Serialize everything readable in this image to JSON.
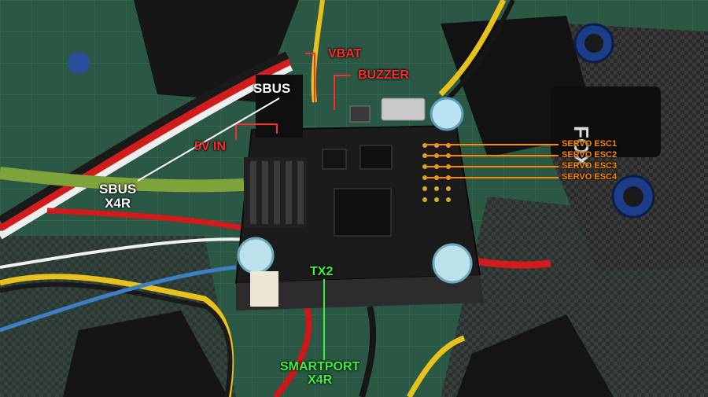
{
  "labels": {
    "sbus": "SBUS",
    "vbat": "VBAT",
    "buzzer": "BUZZER",
    "five_v_in": "5V IN",
    "sbus_x4r_line1": "SBUS",
    "sbus_x4r_line2": "X4R",
    "servo_esc1": "SERVO ESC1",
    "servo_esc2": "SERVO ESC2",
    "servo_esc3": "SERVO ESC3",
    "servo_esc4": "SERVO ESC4",
    "tx2": "TX2",
    "smartport_line1": "SMARTPORT",
    "smartport_line2": "X4R"
  },
  "colors": {
    "label_white": "#ffffff",
    "label_red": "#ff2a2a",
    "label_orange": "#ff8a00",
    "label_green": "#3ef03e",
    "board": "#1a1a1a",
    "mat": "#2e5a46"
  }
}
